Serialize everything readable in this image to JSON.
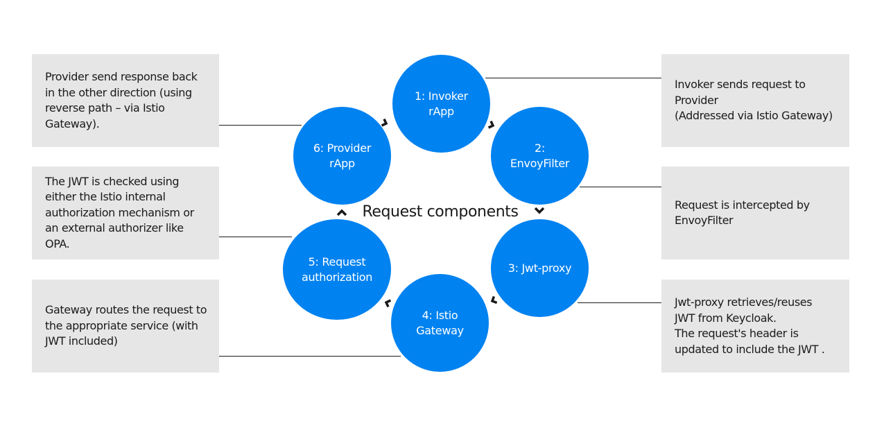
{
  "center_label": "Request components",
  "circle_color": "#0082f0",
  "steps": [
    {
      "label": "1: Invoker\nrApp",
      "description": "Invoker sends request to\nProvider\n(Addressed via Istio Gateway)"
    },
    {
      "label": "2:\nEnvoyFilter",
      "description": "Request is intercepted by\nEnvoyFilter"
    },
    {
      "label": "3: Jwt-proxy",
      "description": "Jwt-proxy retrieves/reuses\nJWT from Keycloak.\nThe request's header is\nupdated to include the JWT ."
    },
    {
      "label": "4: Istio\nGateway",
      "description": "Gateway routes the request to\nthe appropriate service (with\nJWT included)"
    },
    {
      "label": "5: Request\nauthorization",
      "description": "The JWT is checked using\neither the Istio internal\nauthorization mechanism or\nan external authorizer like\nOPA."
    },
    {
      "label": "6: Provider\nrApp",
      "description": "Provider send response back\nin the other direction (using\nreverse path – via Istio\nGateway)."
    }
  ]
}
